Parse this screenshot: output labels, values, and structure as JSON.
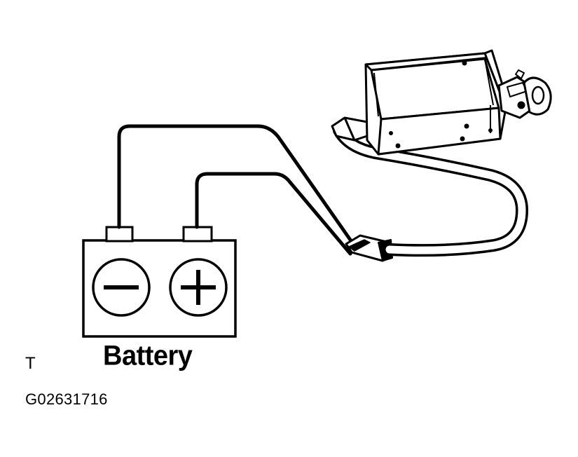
{
  "labels": {
    "battery": "Battery",
    "corner_letter": "T",
    "figure_code": "G02631716"
  },
  "symbols": {
    "negative": "minus-icon",
    "positive": "plus-icon"
  },
  "colors": {
    "line": "#000000",
    "background": "#ffffff"
  }
}
